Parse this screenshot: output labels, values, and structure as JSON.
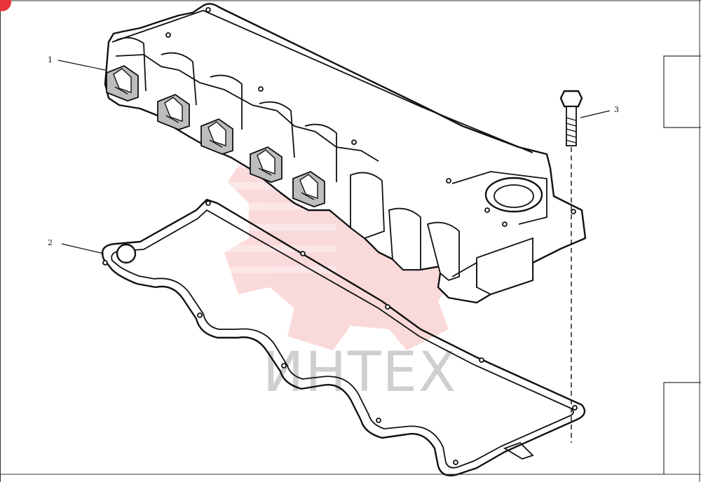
{
  "diagram": {
    "callouts": [
      {
        "num": "1"
      },
      {
        "num": "2"
      },
      {
        "num": "3"
      }
    ],
    "watermark": {
      "text": "ИНТЕХ",
      "logo_color": "#e8333a"
    },
    "colors": {
      "line": "#111111",
      "frame": "#333333",
      "watermark_text": "#cfcfcf",
      "badge": "#e8333a"
    }
  }
}
